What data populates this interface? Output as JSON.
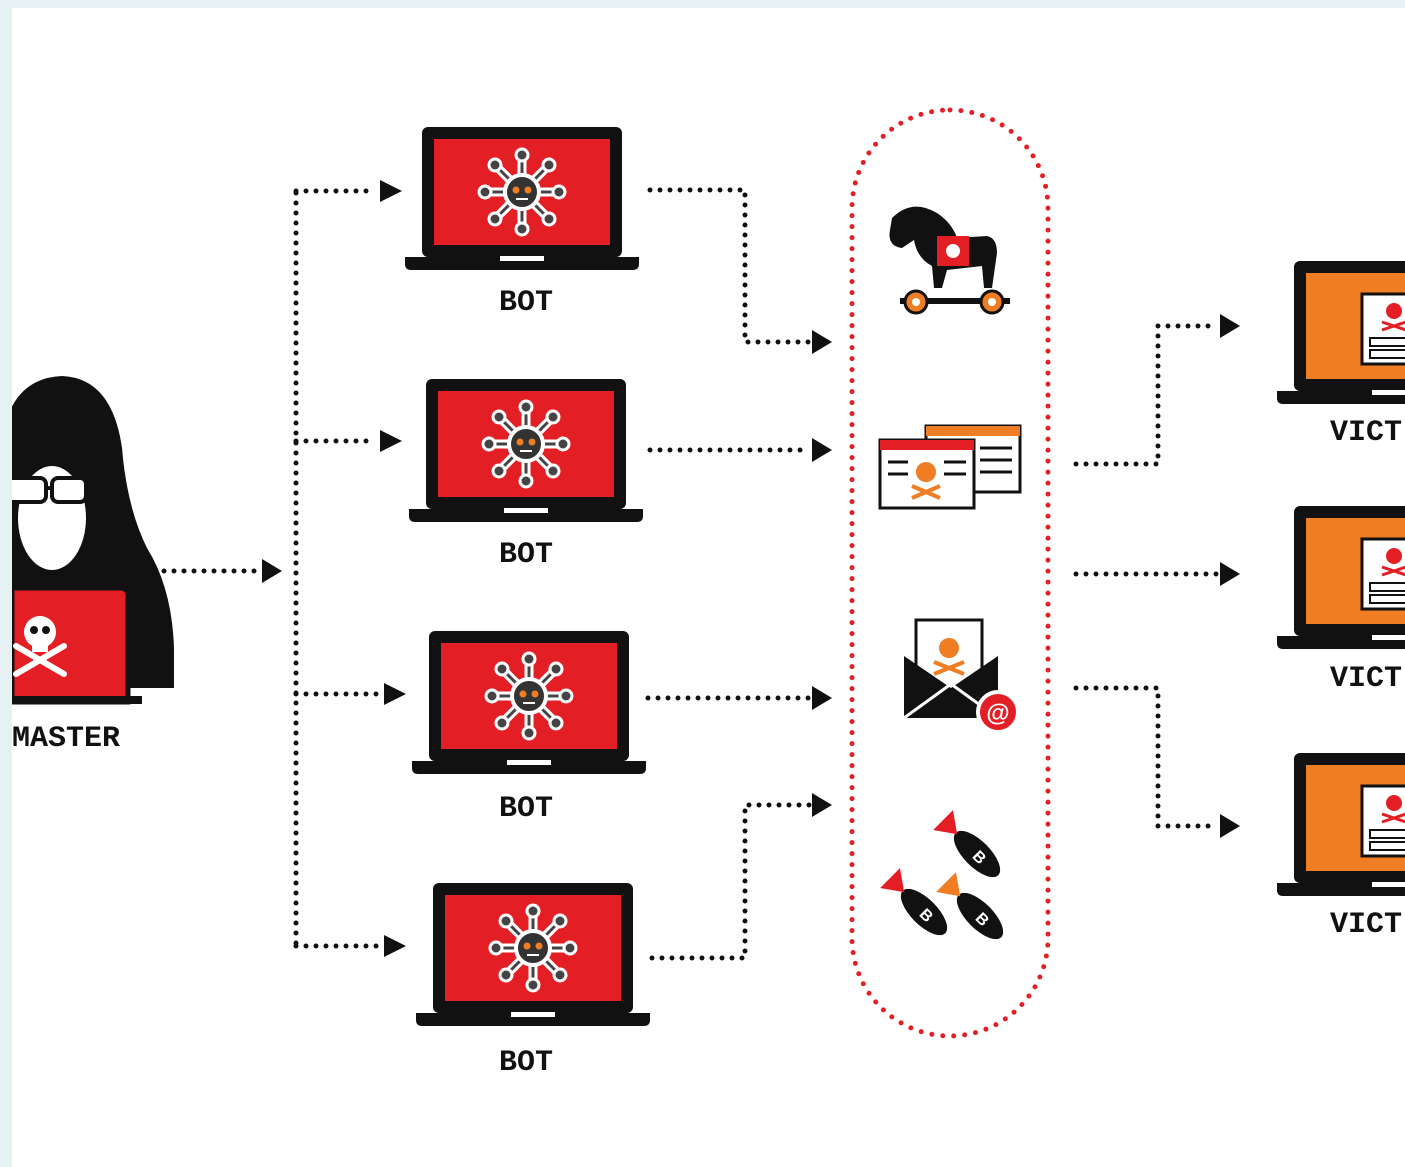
{
  "labels": {
    "master": "MASTER",
    "bot": "BOT",
    "victim": "VICT"
  },
  "bots": [
    {
      "label": "BOT"
    },
    {
      "label": "BOT"
    },
    {
      "label": "BOT"
    },
    {
      "label": "BOT"
    }
  ],
  "victims": [
    {
      "label": "VICT"
    },
    {
      "label": "VICT"
    },
    {
      "label": "VICT"
    }
  ],
  "attack_types": [
    "trojan-horse-icon",
    "malware-window-icon",
    "phishing-email-icon",
    "bomb-icon"
  ],
  "email_symbol": "@",
  "bomb_letter": "B",
  "colors": {
    "bot_screen": "#e31e24",
    "victim_screen": "#ee7d24",
    "cluster_border": "#e31e24",
    "ink": "#111111",
    "accent_orange": "#ee7d24"
  }
}
